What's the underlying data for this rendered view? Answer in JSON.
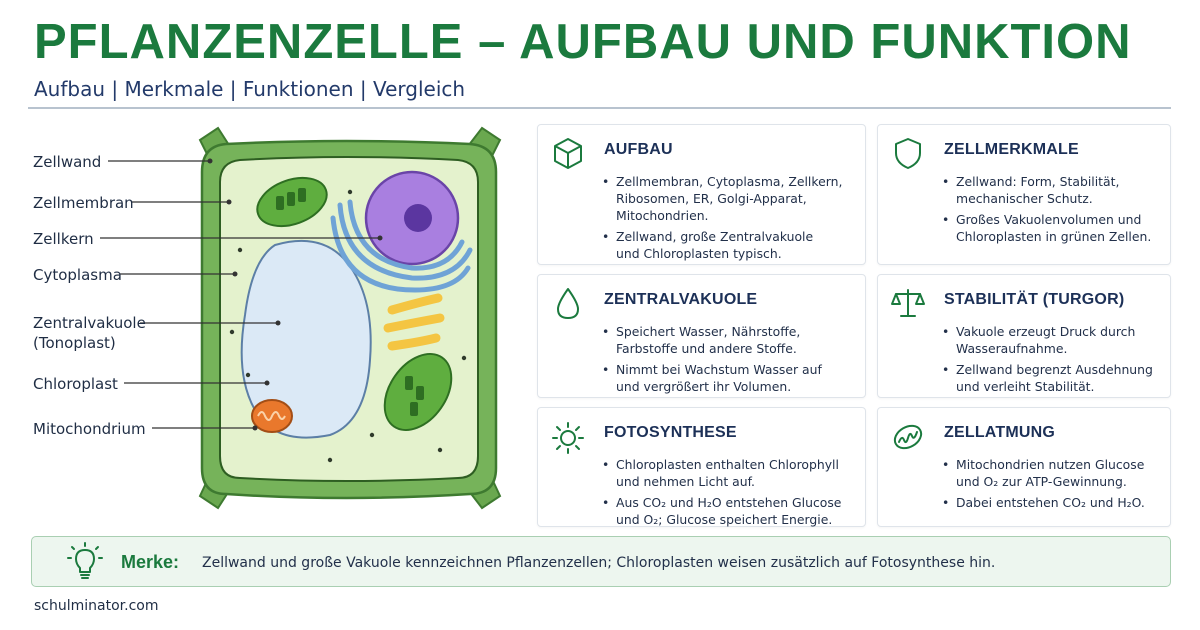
{
  "header": {
    "title": "PFLANZENZELLE – AUFBAU UND FUNKTION",
    "subtitle": "Aufbau | Merkmale | Funktionen | Vergleich"
  },
  "diagram": {
    "labels": [
      "Zellwand",
      "Zellmembran",
      "Zellkern",
      "Cytoplasma",
      "Zentralvakuole",
      "(Tonoplast)",
      "Chloroplast",
      "Mitochondrium"
    ]
  },
  "colors": {
    "accent_green": "#1b7a3e",
    "heading_navy": "#1c3057",
    "cell_wall": "#6aa84f",
    "cytoplasm": "#e4f2cd",
    "vacuole": "#dbe9f6",
    "nucleus": "#a97fe0",
    "chloroplast": "#5fae3f",
    "mitochondrion": "#e9782c",
    "er": "#6fa3d6",
    "golgi": "#f4c542",
    "merke_background": "#edf6ef"
  },
  "cards": [
    {
      "icon": "cube-icon",
      "title": "AUFBAU",
      "bullets": [
        [
          "Zellmembran, Cytoplasma, Zellkern,",
          "Ribosomen, ER, Golgi-Apparat,",
          "Mitochondrien."
        ],
        [
          "Zellwand, große Zentralvakuole",
          "und Chloroplasten typisch."
        ]
      ]
    },
    {
      "icon": "shield-icon",
      "title": "ZELLMERKMALE",
      "bullets": [
        [
          "Zellwand: Form, Stabilität,",
          "mechanischer Schutz."
        ],
        [
          "Großes Vakuolenvolumen und",
          "Chloroplasten in grünen Zellen."
        ]
      ]
    },
    {
      "icon": "droplet-icon",
      "title": "ZENTRALVAKUOLE",
      "bullets": [
        [
          "Speichert Wasser, Nährstoffe,",
          "Farbstoffe und andere Stoffe."
        ],
        [
          "Nimmt bei Wachstum Wasser auf",
          "und vergrößert ihr Volumen."
        ]
      ]
    },
    {
      "icon": "scale-icon",
      "title": "STABILITÄT (TURGOR)",
      "bullets": [
        [
          "Vakuole erzeugt Druck durch",
          "Wasseraufnahme."
        ],
        [
          "Zellwand begrenzt Ausdehnung",
          "und verleiht Stabilität."
        ]
      ]
    },
    {
      "icon": "sun-icon",
      "title": "FOTOSYNTHESE",
      "bullets": [
        [
          "Chloroplasten enthalten Chlorophyll",
          "und nehmen Licht auf."
        ],
        [
          "Aus CO₂ und H₂O entstehen Glucose",
          "und O₂; Glucose speichert Energie."
        ]
      ]
    },
    {
      "icon": "mitochondrion-icon",
      "title": "ZELLATMUNG",
      "bullets": [
        [
          "Mitochondrien nutzen Glucose",
          "und O₂ zur ATP-Gewinnung."
        ],
        [
          "Dabei entstehen CO₂ und H₂O."
        ]
      ]
    }
  ],
  "merke": {
    "icon": "lightbulb-icon",
    "label": "Merke:",
    "text": "Zellwand und große Vakuole kennzeichnen Pflanzenzellen; Chloroplasten weisen zusätzlich auf Fotosynthese hin."
  },
  "footer": {
    "site": "schulminator.com"
  }
}
